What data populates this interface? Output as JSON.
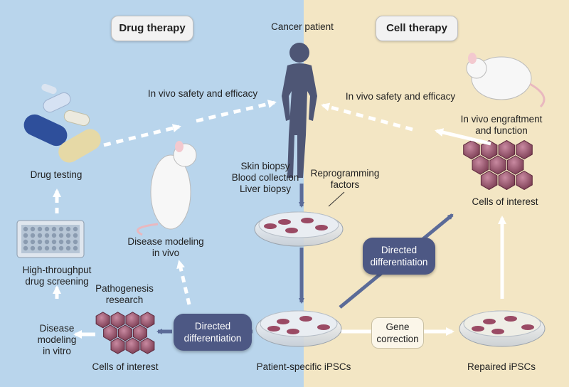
{
  "headers": {
    "drug_therapy": "Drug therapy",
    "cell_therapy": "Cell therapy"
  },
  "labels": {
    "cancer_patient": "Cancer patient",
    "in_vivo_left": "In vivo safety and efficacy",
    "in_vivo_right": "In vivo safety and efficacy",
    "engraftment": "In vivo engraftment\nand function",
    "drug_testing": "Drug testing",
    "biopsy": "Skin biopsy\nBlood collection\nLiver biopsy",
    "reprogramming": "Reprogramming\nfactors",
    "cells_right": "Cells of interest",
    "disease_vivo": "Disease modeling\nin vivo",
    "hts": "High-throughput\ndrug screening",
    "pathogenesis": "Pathogenesis\nresearch",
    "disease_vitro": "Disease\nmodeling\nin vitro",
    "cells_left": "Cells of interest",
    "patient_ipscs": "Patient-specific iPSCs",
    "repaired_ipscs": "Repaired iPSCs"
  },
  "process_boxes": {
    "directed_diff_left": "Directed\ndifferentiation",
    "directed_diff_right": "Directed\ndifferentiation",
    "gene_correction": "Gene\ncorrection"
  },
  "colors": {
    "left_bg": "#b9d5ec",
    "right_bg": "#f3e6c4",
    "arrow_dark": "#5b6b98",
    "arrow_light": "#ffffff",
    "cell": "#8c4d63",
    "dark_box": "#4d5884"
  }
}
